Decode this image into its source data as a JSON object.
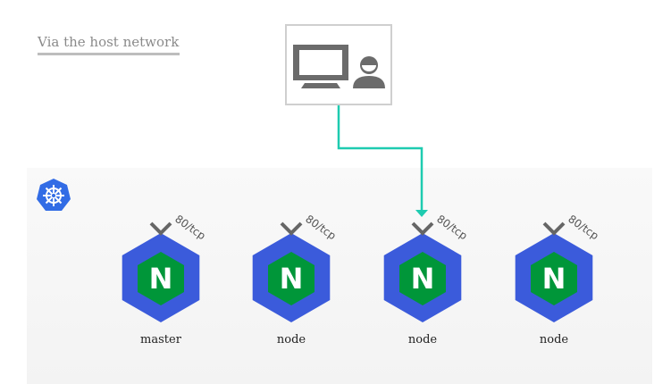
{
  "title": "Via the host network",
  "colors": {
    "hex_blue": "#3b5bdb",
    "nginx_green": "#009639",
    "connector": "#1ecbb0",
    "k8s_blue": "#326ce5",
    "icon_grey": "#6b6b6b"
  },
  "client": {
    "icons": [
      "monitor-icon",
      "user-icon"
    ]
  },
  "nodes": [
    {
      "label": "master",
      "port": "80/tcp",
      "letter": "N"
    },
    {
      "label": "node",
      "port": "80/tcp",
      "letter": "N"
    },
    {
      "label": "node",
      "port": "80/tcp",
      "letter": "N"
    },
    {
      "label": "node",
      "port": "80/tcp",
      "letter": "N"
    }
  ],
  "connection": {
    "from": "client",
    "to_node_index": 2
  }
}
